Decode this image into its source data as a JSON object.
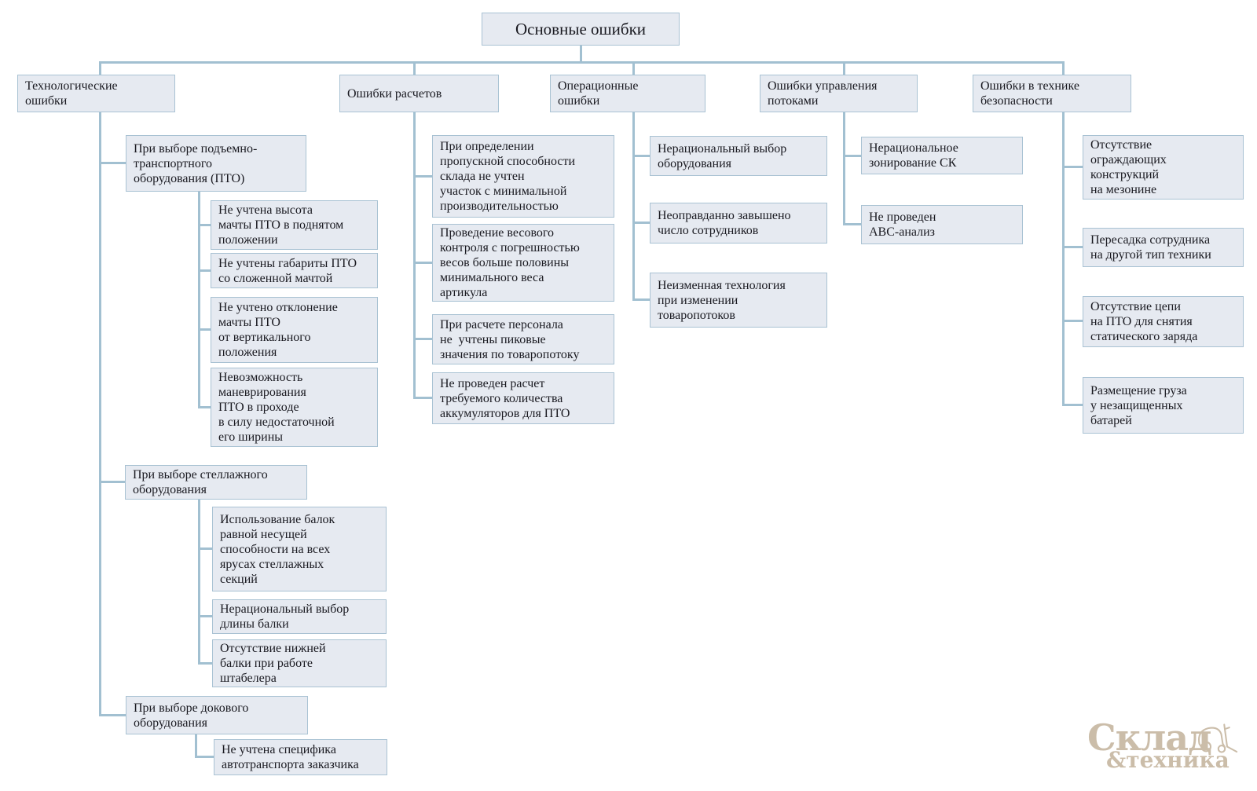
{
  "diagram_title": "Основные ошибки",
  "colors": {
    "box_fill": "#e6eaf1",
    "box_border": "#a9c2d3",
    "connector": "#a2c0d1",
    "text": "#191920",
    "logo": "#cbbda9"
  },
  "tree": {
    "label": "Основные ошибки",
    "children": [
      {
        "label": "Технологические\nошибки",
        "children": [
          {
            "label": "При выборе подъемно-\nтранспортного\nоборудования (ПТО)",
            "children": [
              {
                "label": "Не учтена высота\nмачты ПТО в поднятом\nположении"
              },
              {
                "label": "Не учтены габариты ПТО\nсо сложенной мачтой"
              },
              {
                "label": "Не учтено отклонение\nмачты ПТО\nот вертикального\nположения"
              },
              {
                "label": "Невозможность\nманеврирования\nПТО в проходе\nв силу недостаточной\nего ширины"
              }
            ]
          },
          {
            "label": "При выборе стеллажного\nоборудования",
            "children": [
              {
                "label": "Использование балок\nравной несущей\nспособности на всех\nярусах стеллажных\nсекций"
              },
              {
                "label": "Нерациональный выбор\nдлины балки"
              },
              {
                "label": "Отсутствие нижней\nбалки при работе\nштабелера"
              }
            ]
          },
          {
            "label": "При выборе докового\nоборудования",
            "children": [
              {
                "label": "Не учтена специфика\nавтотранспорта заказчика"
              }
            ]
          }
        ]
      },
      {
        "label": "Ошибки расчетов",
        "children": [
          {
            "label": "При определении\nпропускной способности\nсклада не учтен\nучасток с минимальной\nпроизводительностью"
          },
          {
            "label": "Проведение весового\nконтроля с погрешностью\nвесов больше половины\nминимального веса\nартикула"
          },
          {
            "label": "При расчете персонала\nне  учтены пиковые\nзначения по товаропотоку"
          },
          {
            "label": "Не проведен расчет\nтребуемого количества\nаккумуляторов для ПТО"
          }
        ]
      },
      {
        "label": "Операционные\nошибки",
        "children": [
          {
            "label": "Нерациональный выбор\nоборудования"
          },
          {
            "label": "Неоправданно завышено\nчисло сотрудников"
          },
          {
            "label": "Неизменная технология\nпри изменении\nтоваропотоков"
          }
        ]
      },
      {
        "label": "Ошибки управления\nпотоками",
        "children": [
          {
            "label": "Нерациональное\nзонирование СК"
          },
          {
            "label": "Не проведен\nАВС-анализ"
          }
        ]
      },
      {
        "label": "Ошибки в технике\nбезопасности",
        "children": [
          {
            "label": "Отсутствие\nограждающих\nконструкций\nна мезонине"
          },
          {
            "label": "Пересадка сотрудника\nна другой тип техники"
          },
          {
            "label": "Отсутствие цепи\nна ПТО для снятия\nстатического заряда"
          },
          {
            "label": "Размещение груза\nу незащищенных\nбатарей"
          }
        ]
      }
    ]
  },
  "logo": {
    "title": "Склад",
    "subtitle": "&техника",
    "icon": "forklift-outline-icon"
  }
}
